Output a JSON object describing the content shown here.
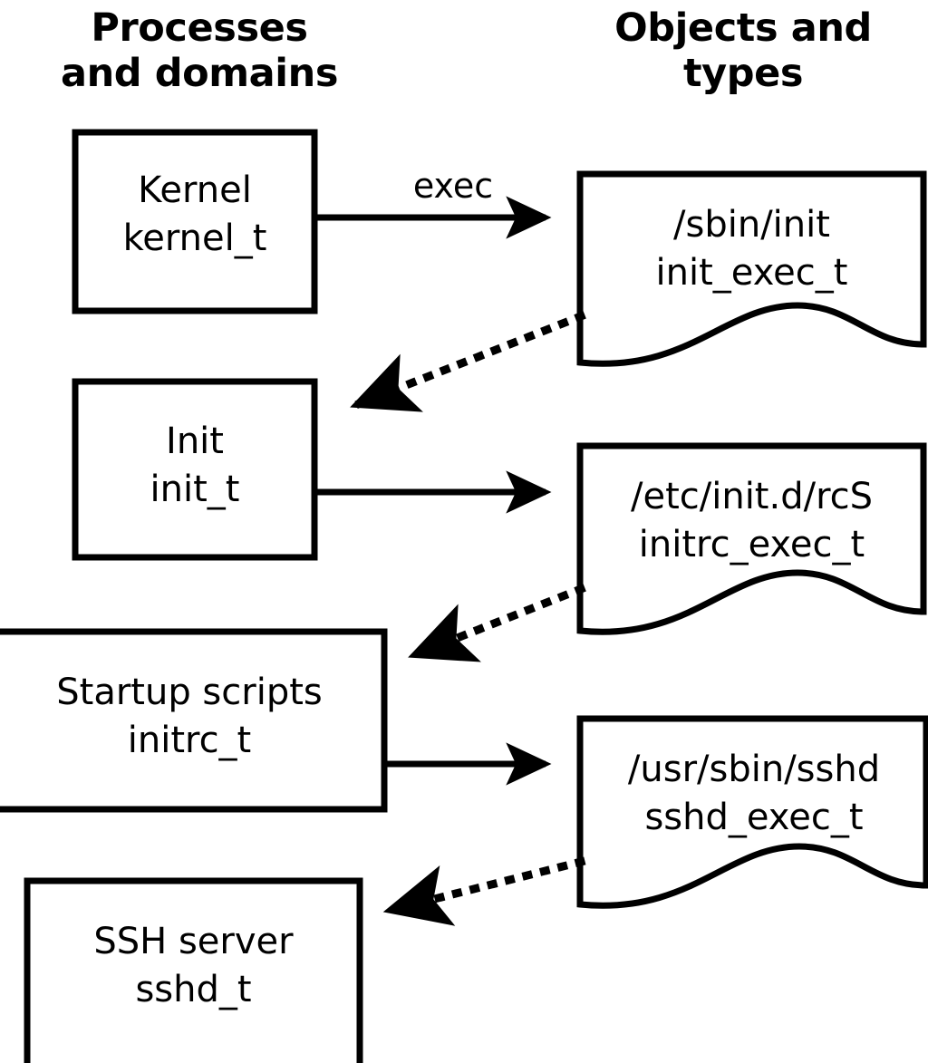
{
  "headers": {
    "left": "Processes\nand domains",
    "right": "Objects and\ntypes"
  },
  "colors": {
    "stroke": "#000000",
    "fill": "#ffffff",
    "text": "#000000"
  },
  "processes": [
    {
      "id": "kernel",
      "title": "Kernel",
      "type": "kernel_t",
      "label": "Kernel\nkernel_t"
    },
    {
      "id": "init",
      "title": "Init",
      "type": "init_t",
      "label": "Init\ninit_t"
    },
    {
      "id": "initrc",
      "title": "Startup scripts",
      "type": "initrc_t",
      "label": "Startup scripts\ninitrc_t"
    },
    {
      "id": "sshd",
      "title": "SSH server",
      "type": "sshd_t",
      "label": "SSH server\nsshd_t"
    }
  ],
  "objects": [
    {
      "id": "init_exec",
      "path": "/sbin/init",
      "type": "init_exec_t",
      "label": "/sbin/init\ninit_exec_t"
    },
    {
      "id": "initrc_exec",
      "path": "/etc/init.d/rcS",
      "type": "initrc_exec_t",
      "label": "/etc/init.d/rcS\ninitrc_exec_t"
    },
    {
      "id": "sshd_exec",
      "path": "/usr/sbin/sshd",
      "type": "sshd_exec_t",
      "label": "/usr/sbin/sshd\nsshd_exec_t"
    }
  ],
  "edges": [
    {
      "id": "kernel-exec-init",
      "from": "kernel",
      "to": "init_exec",
      "label": "exec",
      "style": "solid"
    },
    {
      "id": "init_exec-transition",
      "from": "init_exec",
      "to": "init",
      "label": "",
      "style": "dotted"
    },
    {
      "id": "init-exec-initrc",
      "from": "init",
      "to": "initrc_exec",
      "label": "",
      "style": "solid"
    },
    {
      "id": "initrc_exec-transition",
      "from": "initrc_exec",
      "to": "initrc",
      "label": "",
      "style": "dotted"
    },
    {
      "id": "initrc-exec-sshd",
      "from": "initrc",
      "to": "sshd_exec",
      "label": "",
      "style": "solid"
    },
    {
      "id": "sshd_exec-transition",
      "from": "sshd_exec",
      "to": "sshd",
      "label": "",
      "style": "dotted"
    }
  ],
  "edge_labels": {
    "exec": "exec"
  }
}
